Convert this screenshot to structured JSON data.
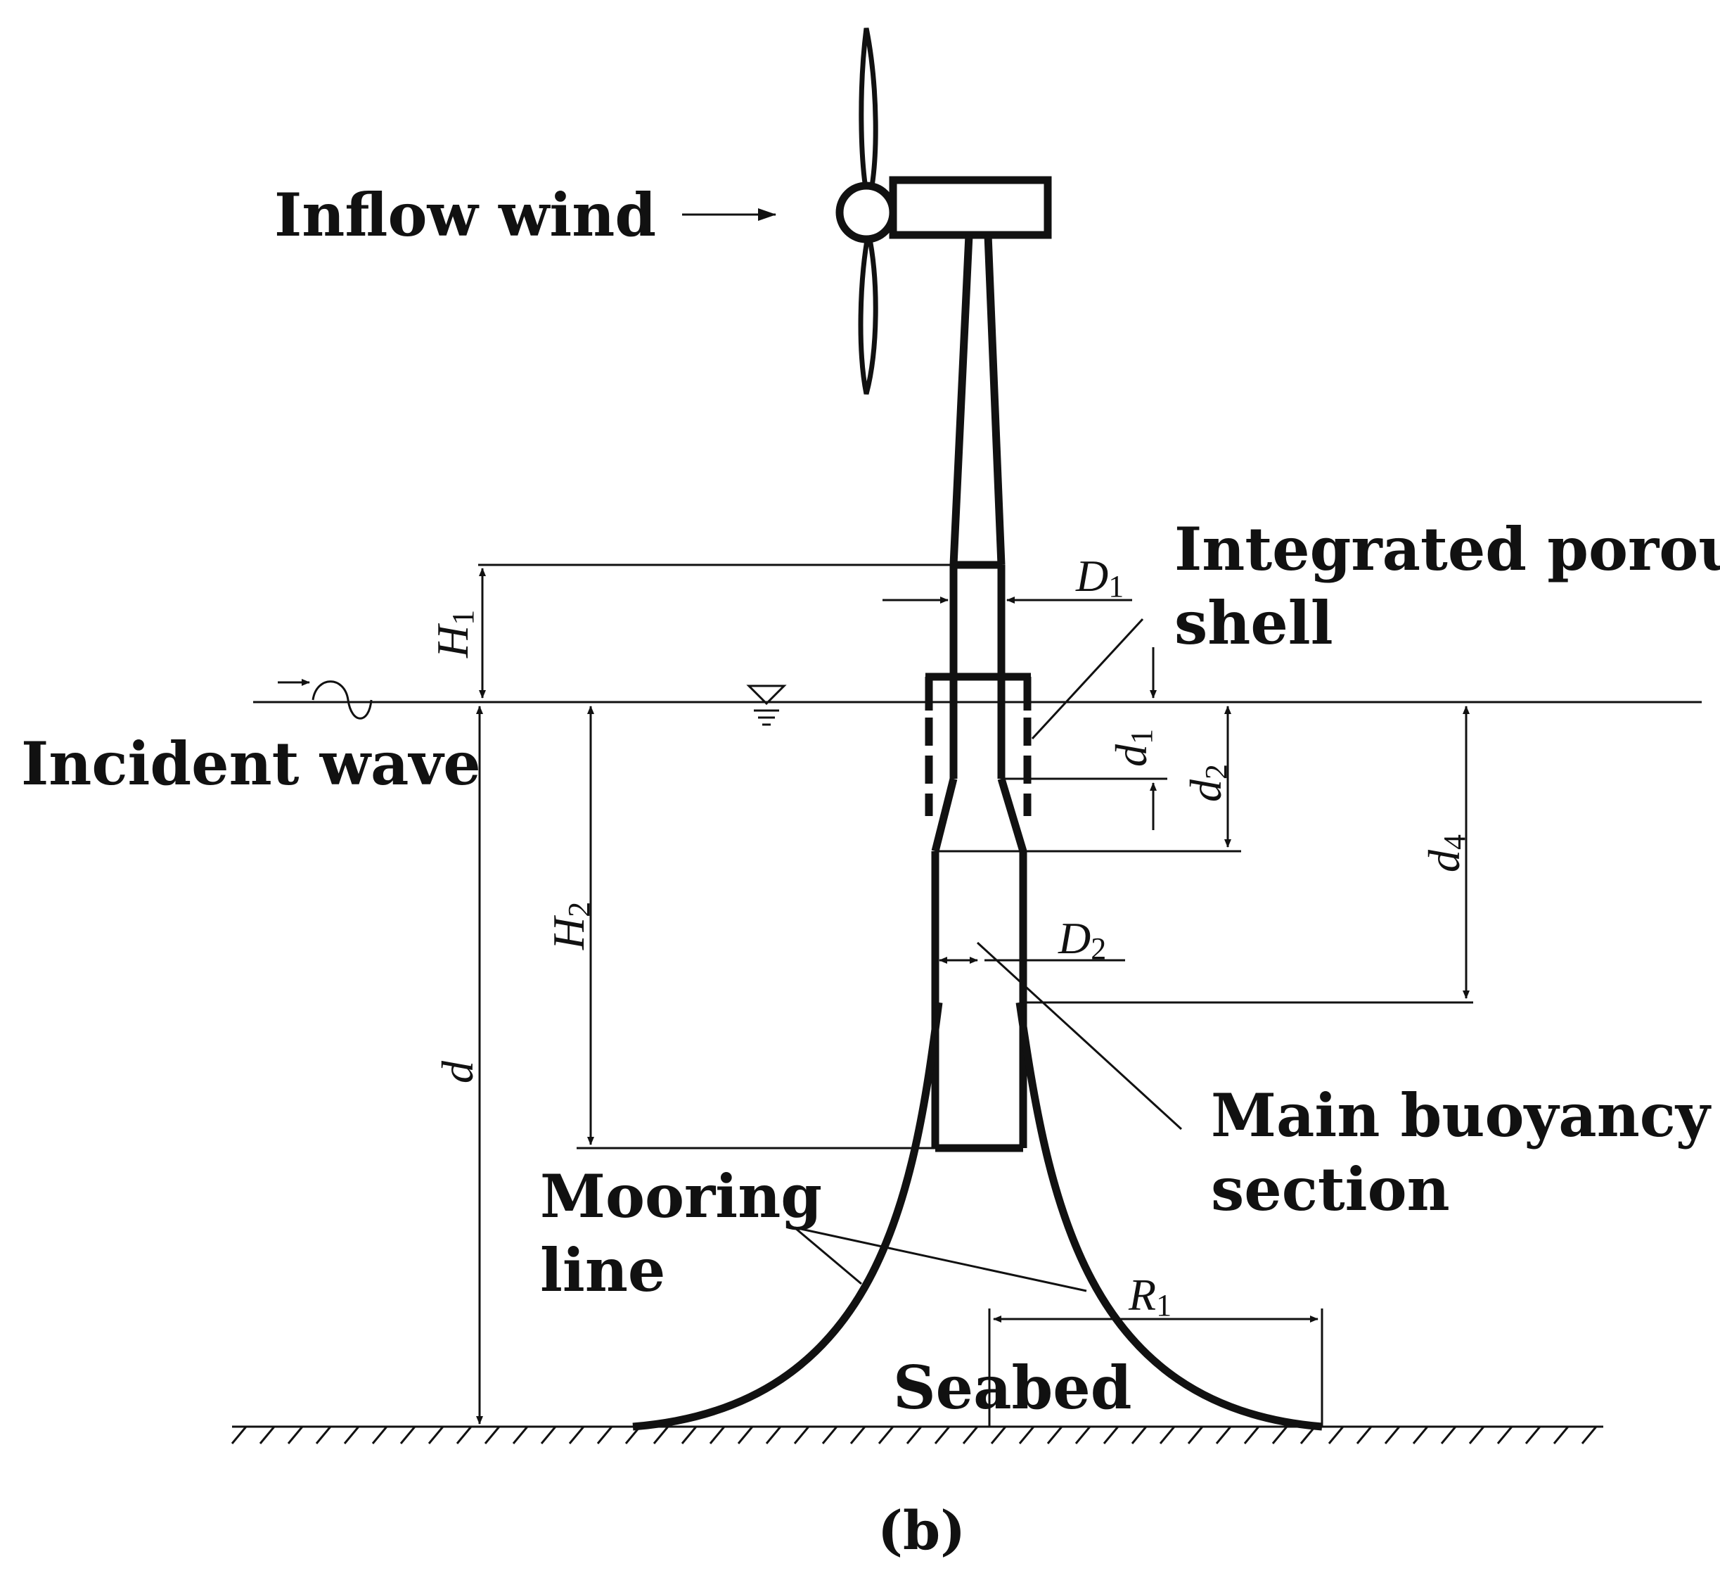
{
  "labels": {
    "inflow_wind": "Inflow wind",
    "integrated_porous_shell_line1": "Integrated porous",
    "integrated_porous_shell_line2": "shell",
    "incident_wave": "Incident wave",
    "main_buoyancy_line1": "Main buoyancy",
    "main_buoyancy_line2": "section",
    "mooring_line1": "Mooring",
    "mooring_line2": "line",
    "seabed": "Seabed",
    "panel": "(b)"
  },
  "dimensions": {
    "H1": {
      "letter": "H",
      "sub": "1"
    },
    "H2": {
      "letter": "H",
      "sub": "2"
    },
    "D1": {
      "letter": "D",
      "sub": "1"
    },
    "D2": {
      "letter": "D",
      "sub": "2"
    },
    "d1": {
      "letter": "d",
      "sub": "1"
    },
    "d2": {
      "letter": "d",
      "sub": "2"
    },
    "d4": {
      "letter": "d",
      "sub": "4"
    },
    "d": {
      "letter": "d",
      "sub": ""
    },
    "R1": {
      "letter": "R",
      "sub": "1"
    }
  },
  "icons": [
    "wind-arrow-icon",
    "wave-arrow-icon",
    "water-level-icon",
    "seabed-hatch-icon"
  ]
}
